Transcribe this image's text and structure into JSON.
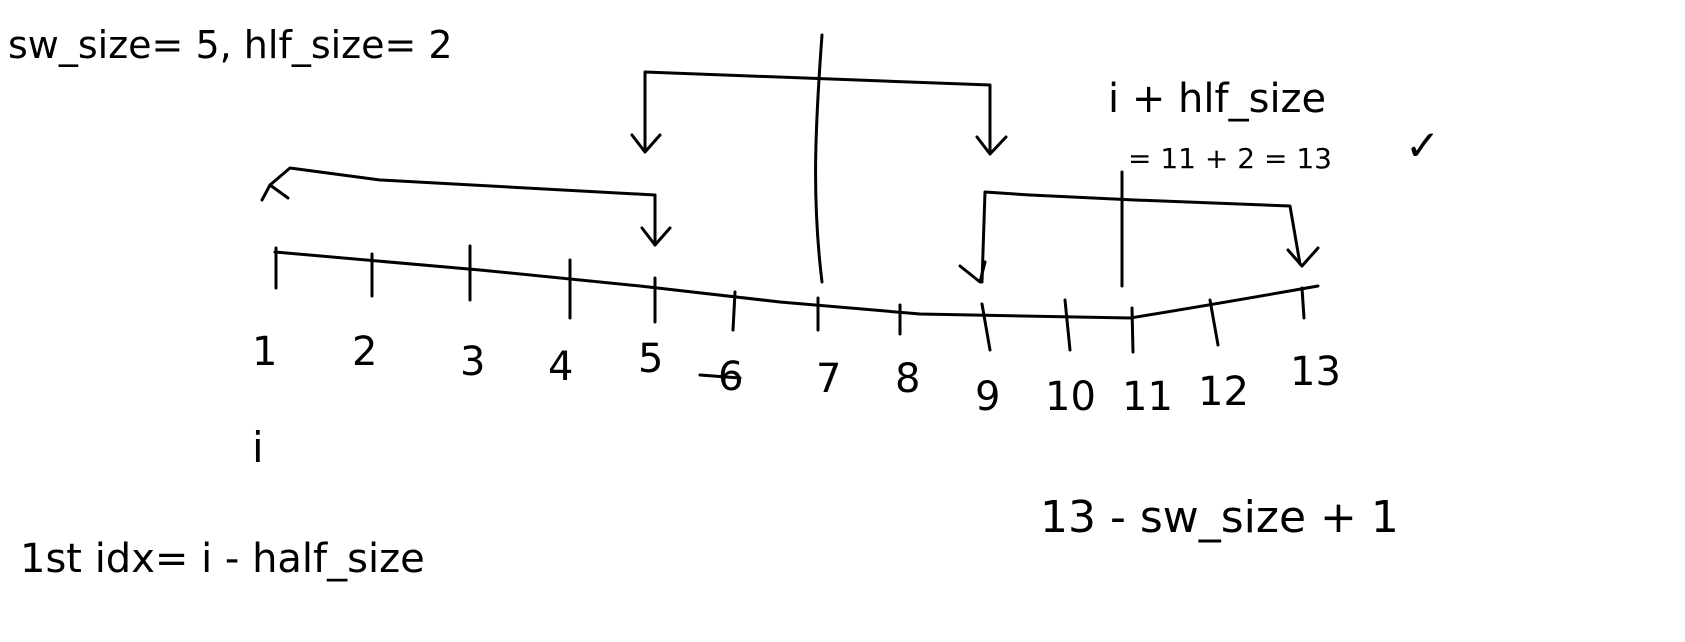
{
  "header_note": "sw_size= 5, hlf_size= 2",
  "right_formula": "i + hlf_size",
  "right_formula_value": "= 11 + 2 = 13",
  "check_mark": "✓",
  "index_marker": "i",
  "first_idx_formula": "1st idx= i - half_size",
  "last_formula": "13 - sw_size + 1",
  "tick_labels": [
    "1",
    "2",
    "3",
    "4",
    "5",
    "6",
    "7",
    "8",
    "9",
    "10",
    "11",
    "12",
    "13"
  ],
  "colors": {
    "ink": "#000000",
    "paper": "#ffffff"
  }
}
